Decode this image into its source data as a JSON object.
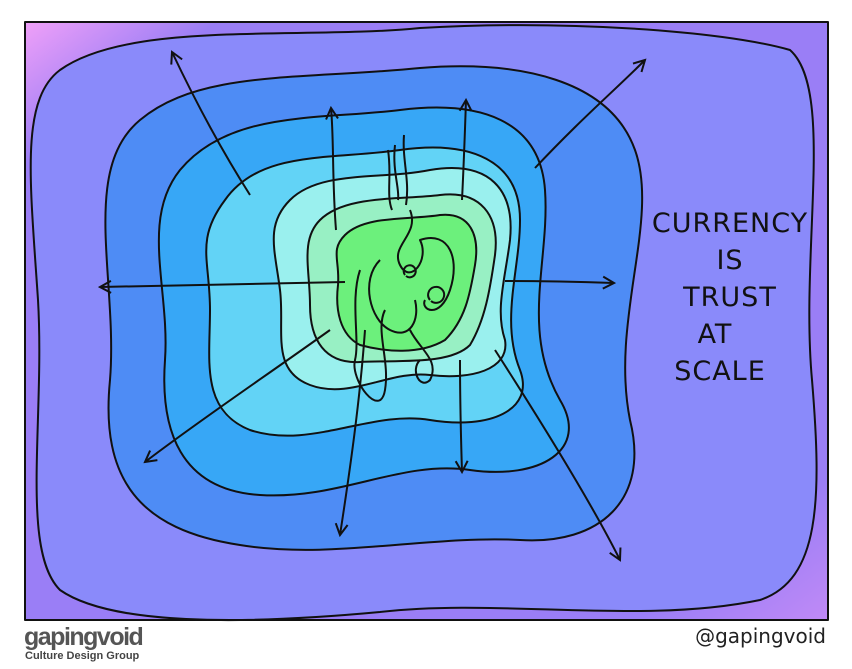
{
  "cartoon": {
    "caption_lines": [
      "CURRENCY",
      "IS",
      "TRUST",
      "AT",
      "SCALE"
    ],
    "colors": {
      "outer": "#9a7ef6",
      "ring1": "#8a8afa",
      "ring2": "#4e8cf5",
      "ring3": "#37a7f6",
      "ring4": "#62d3f6",
      "ring5": "#9af0ee",
      "ring6": "#98f0c4",
      "core": "#6cf07c"
    }
  },
  "footer": {
    "brand": "gapingvoid",
    "brand_sub": "Culture Design Group",
    "handle": "@gapingvoid"
  }
}
